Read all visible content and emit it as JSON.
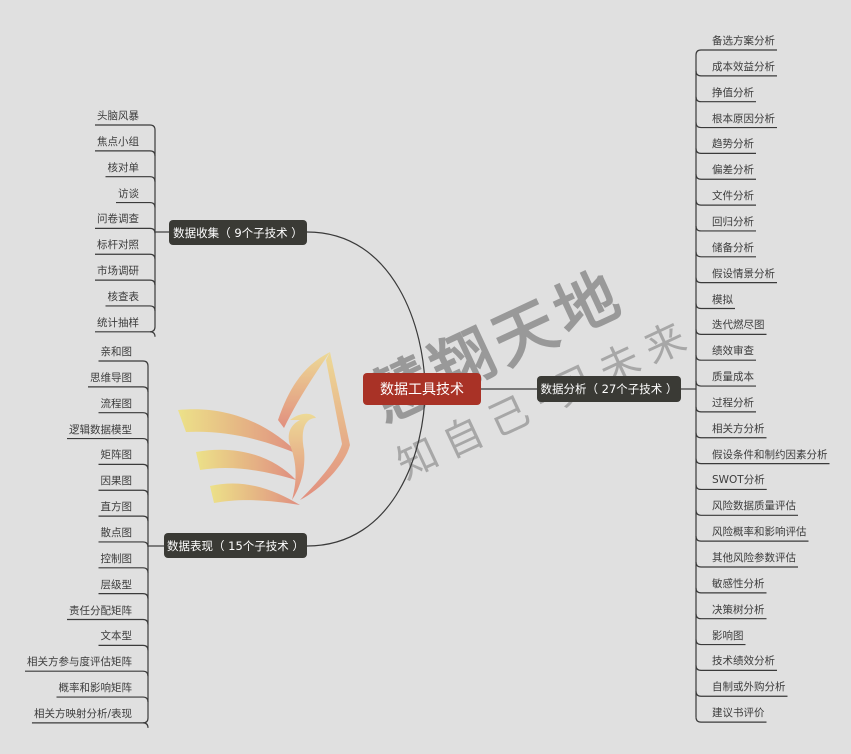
{
  "watermark": {
    "title": "慧翔天地",
    "slogan": "知自己·见未来"
  },
  "colors": {
    "background": "#e0e0e0",
    "root": "#a93226",
    "branch": "#3a3a35",
    "line": "#3a3a3a",
    "leaf_text": "#3c3c3c"
  },
  "mindmap": {
    "root": {
      "label": "数据工具技术"
    },
    "branches": [
      {
        "id": "collection",
        "label": "数据收集（ 9个子技术 ）",
        "side": "left",
        "children": [
          "头脑风暴",
          "焦点小组",
          "核对单",
          "访谈",
          "问卷调查",
          "标杆对照",
          "市场调研",
          "核查表",
          "统计抽样"
        ]
      },
      {
        "id": "representation",
        "label": "数据表现（ 15个子技术 ）",
        "side": "left",
        "children": [
          "亲和图",
          "思维导图",
          "流程图",
          "逻辑数据模型",
          "矩阵图",
          "因果图",
          "直方图",
          "散点图",
          "控制图",
          "层级型",
          "责任分配矩阵",
          "文本型",
          "相关方参与度评估矩阵",
          "概率和影响矩阵",
          "相关方映射分析/表现"
        ]
      },
      {
        "id": "analysis",
        "label": "数据分析（ 27个子技术 ）",
        "side": "right",
        "children": [
          "备选方案分析",
          "成本效益分析",
          "挣值分析",
          "根本原因分析",
          "趋势分析",
          "偏差分析",
          "文件分析",
          "回归分析",
          "储备分析",
          "假设情景分析",
          "模拟",
          "迭代燃尽图",
          "绩效审查",
          "质量成本",
          "过程分析",
          "相关方分析",
          "假设条件和制约因素分析",
          "SWOT分析",
          "风险数据质量评估",
          "风险概率和影响评估",
          "其他风险参数评估",
          "敏感性分析",
          "决策树分析",
          "影响图",
          "技术绩效分析",
          "自制或外购分析",
          "建议书评价"
        ]
      }
    ]
  }
}
